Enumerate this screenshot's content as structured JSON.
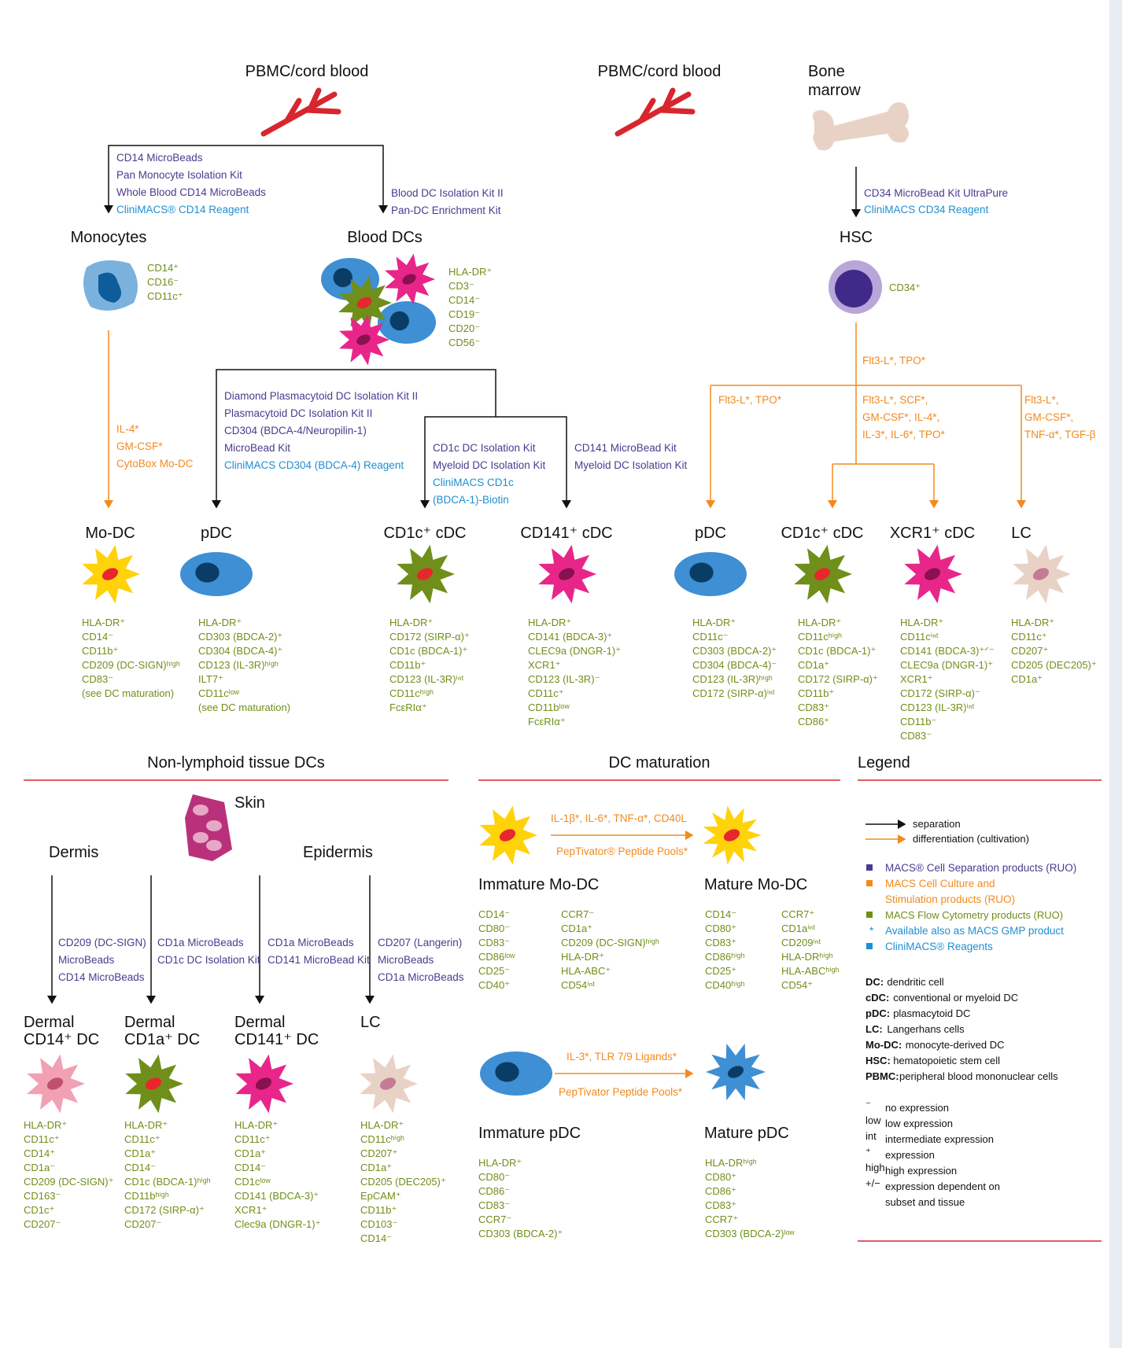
{
  "top_left": {
    "source": "PBMC/cord blood",
    "kits_mono": [
      "CD14 MicroBeads",
      "Pan Monocyte Isolation Kit",
      "Whole Blood CD14 MicroBeads"
    ],
    "kit_mono_clini": "CliniMACS® CD14 Reagent",
    "kits_bdc": [
      "Blood DC Isolation Kit II",
      "Pan-DC Enrichment Kit"
    ],
    "monocytes": "Monocytes",
    "mono_markers": [
      "CD14⁺",
      "CD16⁻",
      "CD11c⁺"
    ],
    "blooddcs": "Blood DCs",
    "bdc_markers": [
      "HLA-DR⁺",
      "CD3⁻",
      "CD14⁻",
      "CD19⁻",
      "CD20⁻",
      "CD56⁻"
    ],
    "mono_cyto": [
      "IL-4*",
      "GM-CSF*",
      "CytoBox Mo-DC"
    ],
    "pdc_kits": [
      "Diamond Plasmacytoid DC Isolation Kit II",
      "Plasmacytoid DC Isolation Kit II",
      "CD304 (BDCA-4/Neuropilin-1)",
      "MicroBead Kit"
    ],
    "pdc_clini": "CliniMACS CD304 (BDCA-4) Reagent",
    "cd1c_kits": [
      "CD1c DC Isolation Kit",
      "Myeloid DC Isolation Kit"
    ],
    "cd1c_clini": [
      "CliniMACS CD1c",
      "(BDCA-1)-Biotin"
    ],
    "cd141_kits": [
      "CD141 MicroBead Kit",
      "Myeloid DC Isolation Kit"
    ]
  },
  "top_right": {
    "source": "PBMC/cord blood",
    "bone": [
      "Bone",
      "marrow"
    ],
    "kits": [
      "CD34 MicroBead Kit UltraPure"
    ],
    "clini": "CliniMACS CD34 Reagent",
    "hsc": "HSC",
    "hsc_marker": "CD34⁺",
    "flt": "Flt3-L*, TPO*",
    "c1": "Flt3-L*, TPO*",
    "c2": [
      "Flt3-L*, SCF*,",
      "GM-CSF*, IL-4*,",
      "IL-3*, IL-6*, TPO*"
    ],
    "c3": [
      "Flt3-L*,",
      "GM-CSF*,",
      "TNF-α*, TGF-β"
    ]
  },
  "cells": [
    {
      "t": "Mo-DC",
      "m": [
        "HLA-DR⁺",
        "CD14⁻",
        "CD11b⁺",
        "CD209 (DC-SIGN)ʰⁱᵍʰ",
        "CD83⁻",
        "(see DC maturation)"
      ]
    },
    {
      "t": "pDC",
      "m": [
        "HLA-DR⁺",
        "CD303 (BDCA-2)⁺",
        "CD304 (BDCA-4)⁺",
        "CD123 (IL-3R)ʰⁱᵍʰ",
        "ILT7⁺",
        "CD11cˡᵒʷ",
        "(see DC maturation)"
      ]
    },
    {
      "t": "CD1c⁺ cDC",
      "m": [
        "HLA-DR⁺",
        "CD172 (SIRP-α)⁺",
        "CD1c (BDCA-1)⁺",
        "CD11b⁺",
        "CD123 (IL-3R)ⁱⁿᵗ",
        "CD11cʰⁱᵍʰ",
        "FcεRIα⁺"
      ]
    },
    {
      "t": "CD141⁺ cDC",
      "m": [
        "HLA-DR⁺",
        "CD141 (BDCA-3)⁺",
        "CLEC9a (DNGR-1)⁺",
        "XCR1⁺",
        "CD123 (IL-3R)⁻",
        "CD11c⁺",
        "CD11bˡᵒʷ",
        "FcεRIα⁺"
      ]
    },
    {
      "t": "pDC",
      "m": [
        "HLA-DR⁺",
        "CD11c⁻",
        "CD303 (BDCA-2)⁺",
        "CD304 (BDCA-4)⁻",
        "CD123 (IL-3R)ʰⁱᵍʰ",
        "CD172 (SIRP-α)ⁱⁿᵗ"
      ]
    },
    {
      "t": "CD1c⁺ cDC",
      "m": [
        "HLA-DR⁺",
        "CD11cʰⁱᵍʰ",
        "CD1c (BDCA-1)⁺",
        "CD1a⁺",
        "CD172 (SIRP-α)⁺",
        "CD11b⁺",
        "CD83⁺",
        "CD86⁺"
      ]
    },
    {
      "t": "XCR1⁺ cDC",
      "m": [
        "HLA-DR⁺",
        "CD11cⁱⁿᵗ",
        "CD141 (BDCA-3)⁺ᐟ⁻",
        "CLEC9a (DNGR-1)⁺",
        "XCR1⁺",
        "CD172 (SIRP-α)⁻",
        "CD123 (IL-3R)ⁱⁿᵗ",
        "CD11b⁻",
        "CD83⁻"
      ]
    },
    {
      "t": "LC",
      "m": [
        "HLA-DR⁺",
        "CD11c⁺",
        "CD207⁺",
        "CD205 (DEC205)⁺",
        "CD1a⁺"
      ]
    }
  ],
  "sections": {
    "nonlymph": "Non-lymphoid tissue DCs",
    "maturation": "DC maturation",
    "legend": "Legend"
  },
  "skin": {
    "skin": "Skin",
    "dermis": "Dermis",
    "epidermis": "Epidermis",
    "k1": [
      "CD209 (DC-SIGN)",
      "MicroBeads",
      "CD14 MicroBeads"
    ],
    "k2": [
      "CD1a MicroBeads",
      "CD1c DC Isolation Kit"
    ],
    "k3": [
      "CD1a MicroBeads",
      "CD141 MicroBead Kit"
    ],
    "k4": [
      "CD207 (Langerin)",
      "MicroBeads",
      "CD1a MicroBeads"
    ]
  },
  "tissue": [
    {
      "t": [
        "Dermal",
        "CD14⁺ DC"
      ],
      "m": [
        "HLA-DR⁺",
        "CD11c⁺",
        "CD14⁺",
        "CD1a⁻",
        "CD209 (DC-SIGN)⁺",
        "CD163⁻",
        "CD1c⁺",
        "CD207⁻"
      ]
    },
    {
      "t": [
        "Dermal",
        "CD1a⁺ DC"
      ],
      "m": [
        "HLA-DR⁺",
        "CD11c⁺",
        "CD1a⁺",
        "CD14⁻",
        "CD1c (BDCA-1)ʰⁱᵍʰ",
        "CD11bʰⁱᵍʰ",
        "CD172 (SIRP-α)⁺",
        "CD207⁻"
      ]
    },
    {
      "t": [
        "Dermal",
        "CD141⁺ DC"
      ],
      "m": [
        "HLA-DR⁺",
        "CD11c⁺",
        "CD1a⁺",
        "CD14⁻",
        "CD1cˡᵒʷ",
        "CD141 (BDCA-3)⁺",
        "XCR1⁺",
        "Clec9a (DNGR-1)⁺"
      ]
    },
    {
      "t": [
        "LC"
      ],
      "m": [
        "HLA-DR⁺",
        "CD11cʰⁱᵍʰ",
        "CD207⁺",
        "CD1a⁺",
        "CD205 (DEC205)⁺",
        "EpCAM⁺",
        "CD11b⁺",
        "CD103⁻",
        "CD14⁻"
      ]
    }
  ],
  "mat": {
    "mo_stim": "IL-1β*, IL-6*, TNF-α*, CD40L",
    "mo_pep": "PepTivator® Peptide Pools*",
    "imm_mo": "Immature Mo-DC",
    "mat_mo": "Mature Mo-DC",
    "imm_mo_a": [
      "CD14⁻",
      "CD80⁻",
      "CD83⁻",
      "CD86ˡᵒʷ",
      "CD25⁻",
      "CD40⁺"
    ],
    "imm_mo_b": [
      "CCR7⁻",
      "CD1a⁺",
      "CD209 (DC-SIGN)ʰⁱᵍʰ",
      "HLA-DR⁺",
      "HLA-ABC⁺",
      "CD54ⁱⁿᵗ"
    ],
    "mat_mo_a": [
      "CD14⁻",
      "CD80⁺",
      "CD83⁺",
      "CD86ʰⁱᵍʰ",
      "CD25⁺",
      "CD40ʰⁱᵍʰ"
    ],
    "mat_mo_b": [
      "CCR7⁺",
      "CD1aⁱⁿᵗ",
      "CD209ⁱⁿᵗ",
      "HLA-DRʰⁱᵍʰ",
      "HLA-ABCʰⁱᵍʰ",
      "CD54⁺"
    ],
    "pdc_stim": "IL-3*, TLR 7/9 Ligands*",
    "pdc_pep": "PepTivator Peptide Pools*",
    "imm_pdc": "Immature pDC",
    "mat_pdc": "Mature pDC",
    "imm_pdc_m": [
      "HLA-DR⁺",
      "CD80⁻",
      "CD86⁻",
      "CD83⁻",
      "CCR7⁻",
      "CD303 (BDCA-2)⁺"
    ],
    "mat_pdc_m": [
      "HLA-DRʰⁱᵍʰ",
      "CD80⁺",
      "CD86⁺",
      "CD83⁺",
      "CCR7⁺",
      "CD303 (BDCA-2)ˡᵒʷ"
    ]
  },
  "legend": {
    "sep": "separation",
    "diff": "differentiation (cultivation)",
    "items": [
      {
        "c": "#4b3a8f",
        "t": "MACS® Cell Separation products (RUO)"
      },
      {
        "c": "#f28a1e",
        "t": "MACS Cell Culture and"
      },
      {
        "c": "",
        "t": "Stimulation products (RUO)"
      },
      {
        "c": "#6f8f1a",
        "t": "MACS Flow Cytometry products (RUO)"
      },
      {
        "c": "*",
        "t": "Available also as MACS GMP product"
      },
      {
        "c": "#1e8fd1",
        "t": "CliniMACS® Reagents"
      }
    ],
    "abbr": [
      [
        "DC:",
        "dendritic cell"
      ],
      [
        "cDC:",
        "conventional or myeloid DC"
      ],
      [
        "pDC:",
        "plasmacytoid DC"
      ],
      [
        "LC:",
        "Langerhans cells"
      ],
      [
        "Mo-DC:",
        "monocyte-derived DC"
      ],
      [
        "HSC:",
        "hematopoietic stem cell"
      ],
      [
        "PBMC:",
        "peripheral blood mononuclear cells"
      ]
    ],
    "expr": [
      [
        "⁻",
        "no expression"
      ],
      [
        "low",
        "low expression"
      ],
      [
        "int",
        "intermediate expression"
      ],
      [
        "⁺",
        "expression"
      ],
      [
        "high",
        "high expression"
      ],
      [
        "+/−",
        "expression dependent on"
      ],
      [
        "",
        "subset and tissue"
      ]
    ]
  }
}
